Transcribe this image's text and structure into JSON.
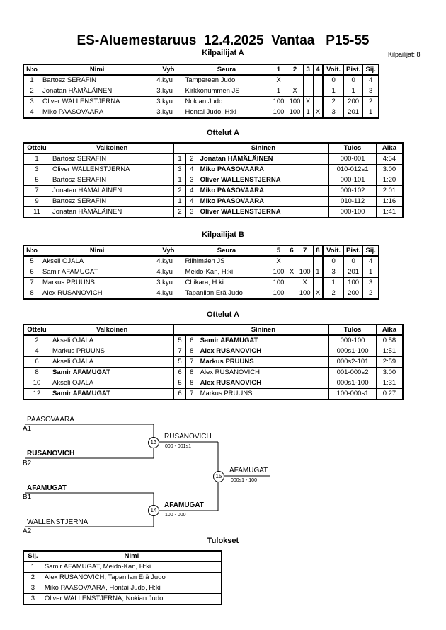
{
  "header": {
    "title": "ES-Aluemestaruus  12.4.2025  Vantaa   P15-55",
    "participants_label": "Kilpailijat: 8"
  },
  "pool_a": {
    "title": "Kilpailijat A",
    "columns": [
      "N:o",
      "Nimi",
      "Vyö",
      "Seura",
      "1",
      "2",
      "3",
      "4",
      "Voit.",
      "Pist.",
      "Sij."
    ],
    "rows": [
      {
        "no": "1",
        "name": "Bartosz SERAFIN",
        "belt": "4.kyu",
        "club": "Tampereen Judo",
        "r": [
          "X",
          "",
          "",
          ""
        ],
        "wins": "0",
        "pts": "0",
        "place": "4"
      },
      {
        "no": "2",
        "name": "Jonatan HÄMÄLÄINEN",
        "belt": "3.kyu",
        "club": "Kirkkonummen JS",
        "r": [
          "1",
          "X",
          "",
          ""
        ],
        "wins": "1",
        "pts": "1",
        "place": "3"
      },
      {
        "no": "3",
        "name": "Oliver WALLENSTJERNA",
        "belt": "3.kyu",
        "club": "Nokian Judo",
        "r": [
          "100",
          "100",
          "X",
          ""
        ],
        "wins": "2",
        "pts": "200",
        "place": "2"
      },
      {
        "no": "4",
        "name": "Miko PAASOVAARA",
        "belt": "3.kyu",
        "club": "Hontai Judo, H:ki",
        "r": [
          "100",
          "100",
          "1",
          "X"
        ],
        "wins": "3",
        "pts": "201",
        "place": "1"
      }
    ]
  },
  "matches_a": {
    "title": "Ottelut A",
    "columns": [
      "Ottelu",
      "Valkoinen",
      "Sininen",
      "Tulos",
      "Aika"
    ],
    "rows": [
      {
        "no": "1",
        "white": "Bartosz SERAFIN",
        "wn": "1",
        "bn": "2",
        "blue": "Jonatan HÄMÄLÄINEN",
        "wwin": false,
        "bwin": true,
        "result": "000-001",
        "time": "4:54"
      },
      {
        "no": "3",
        "white": "Oliver WALLENSTJERNA",
        "wn": "3",
        "bn": "4",
        "blue": "Miko PAASOVAARA",
        "wwin": false,
        "bwin": true,
        "result": "010-012s1",
        "time": "3:00"
      },
      {
        "no": "5",
        "white": "Bartosz SERAFIN",
        "wn": "1",
        "bn": "3",
        "blue": "Oliver WALLENSTJERNA",
        "wwin": false,
        "bwin": true,
        "result": "000-101",
        "time": "1:20"
      },
      {
        "no": "7",
        "white": "Jonatan HÄMÄLÄINEN",
        "wn": "2",
        "bn": "4",
        "blue": "Miko PAASOVAARA",
        "wwin": false,
        "bwin": true,
        "result": "000-102",
        "time": "2:01"
      },
      {
        "no": "9",
        "white": "Bartosz SERAFIN",
        "wn": "1",
        "bn": "4",
        "blue": "Miko PAASOVAARA",
        "wwin": false,
        "bwin": true,
        "result": "010-112",
        "time": "1:16"
      },
      {
        "no": "11",
        "white": "Jonatan HÄMÄLÄINEN",
        "wn": "2",
        "bn": "3",
        "blue": "Oliver WALLENSTJERNA",
        "wwin": false,
        "bwin": true,
        "result": "000-100",
        "time": "1:41"
      }
    ]
  },
  "pool_b": {
    "title": "Kilpailijat B",
    "columns": [
      "N:o",
      "Nimi",
      "Vyö",
      "Seura",
      "5",
      "6",
      "7",
      "8",
      "Voit.",
      "Pist.",
      "Sij."
    ],
    "rows": [
      {
        "no": "5",
        "name": "Akseli OJALA",
        "belt": "4.kyu",
        "club": "Riihimäen JS",
        "r": [
          "X",
          "",
          "",
          ""
        ],
        "wins": "0",
        "pts": "0",
        "place": "4"
      },
      {
        "no": "6",
        "name": "Samir AFAMUGAT",
        "belt": "4.kyu",
        "club": "Meido-Kan, H:ki",
        "r": [
          "100",
          "X",
          "100",
          "1"
        ],
        "wins": "3",
        "pts": "201",
        "place": "1"
      },
      {
        "no": "7",
        "name": "Markus PRUUNS",
        "belt": "3.kyu",
        "club": "Chikara, H:ki",
        "r": [
          "100",
          "",
          "X",
          ""
        ],
        "wins": "1",
        "pts": "100",
        "place": "3"
      },
      {
        "no": "8",
        "name": "Alex RUSANOVICH",
        "belt": "4.kyu",
        "club": "Tapanilan Erä Judo",
        "r": [
          "100",
          "",
          "100",
          "X"
        ],
        "wins": "2",
        "pts": "200",
        "place": "2"
      }
    ]
  },
  "matches_b": {
    "title": "Ottelut A",
    "columns": [
      "Ottelu",
      "Valkoinen",
      "Sininen",
      "Tulos",
      "Aika"
    ],
    "rows": [
      {
        "no": "2",
        "white": "Akseli OJALA",
        "wn": "5",
        "bn": "6",
        "blue": "Samir AFAMUGAT",
        "wwin": false,
        "bwin": true,
        "result": "000-100",
        "time": "0:58"
      },
      {
        "no": "4",
        "white": "Markus PRUUNS",
        "wn": "7",
        "bn": "8",
        "blue": "Alex RUSANOVICH",
        "wwin": false,
        "bwin": true,
        "result": "000s1-100",
        "time": "1:51"
      },
      {
        "no": "6",
        "white": "Akseli OJALA",
        "wn": "5",
        "bn": "7",
        "blue": "Markus PRUUNS",
        "wwin": false,
        "bwin": true,
        "result": "000s2-101",
        "time": "2:59"
      },
      {
        "no": "8",
        "white": "Samir AFAMUGAT",
        "wn": "6",
        "bn": "8",
        "blue": "Alex RUSANOVICH",
        "wwin": true,
        "bwin": false,
        "result": "001-000s2",
        "time": "3:00"
      },
      {
        "no": "10",
        "white": "Akseli OJALA",
        "wn": "5",
        "bn": "8",
        "blue": "Alex RUSANOVICH",
        "wwin": false,
        "bwin": true,
        "result": "000s1-100",
        "time": "1:31"
      },
      {
        "no": "12",
        "white": "Samir AFAMUGAT",
        "wn": "6",
        "bn": "7",
        "blue": "Markus PRUUNS",
        "wwin": true,
        "bwin": false,
        "result": "100-000s1",
        "time": "0:27"
      }
    ]
  },
  "bracket": {
    "sf1_top": "PAASOVAARA",
    "sf1_top_seed": "A1",
    "sf1_bottom": "RUSANOVICH",
    "sf1_bottom_seed": "B2",
    "sf1_no": "13",
    "sf1_winner": "RUSANOVICH",
    "sf1_score": "000 - 001s1",
    "sf2_top": "AFAMUGAT",
    "sf2_top_seed": "B1",
    "sf2_bottom": "WALLENSTJERNA",
    "sf2_bottom_seed": "A2",
    "sf2_no": "14",
    "sf2_winner": "AFAMUGAT",
    "sf2_score": "100 - 000",
    "final_no": "15",
    "final_winner": "AFAMUGAT",
    "final_score": "000s1 - 100"
  },
  "results": {
    "title": "Tulokset",
    "columns": [
      "Sij.",
      "Nimi"
    ],
    "rows": [
      {
        "place": "1",
        "name": "Samir AFAMUGAT, Meido-Kan, H:ki"
      },
      {
        "place": "2",
        "name": "Alex RUSANOVICH, Tapanilan Erä Judo"
      },
      {
        "place": "3",
        "name": "Miko PAASOVAARA, Hontai Judo, H:ki"
      },
      {
        "place": "3",
        "name": "Oliver WALLENSTJERNA, Nokian Judo"
      }
    ]
  }
}
